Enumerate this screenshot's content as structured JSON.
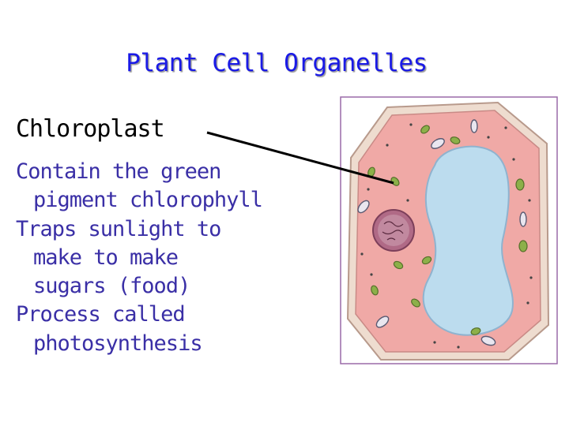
{
  "slide": {
    "title": "Plant Cell Organelles",
    "term": "Chloroplast",
    "description_lines": [
      "Contain the green",
      "pigment chlorophyll",
      "Traps sunlight to",
      "make to make",
      "sugars (food)",
      "Process called",
      "photosynthesis"
    ]
  },
  "colors": {
    "title": "#1a1ae6",
    "description": "#3a2fa6",
    "cell_wall": "#e8b9a8",
    "cytoplasm": "#f2a8a6",
    "vacuole": "#b9d9ee",
    "nucleus": "#a0506e",
    "chloroplast": "#8cb049",
    "frame": "#9a6aa8"
  }
}
